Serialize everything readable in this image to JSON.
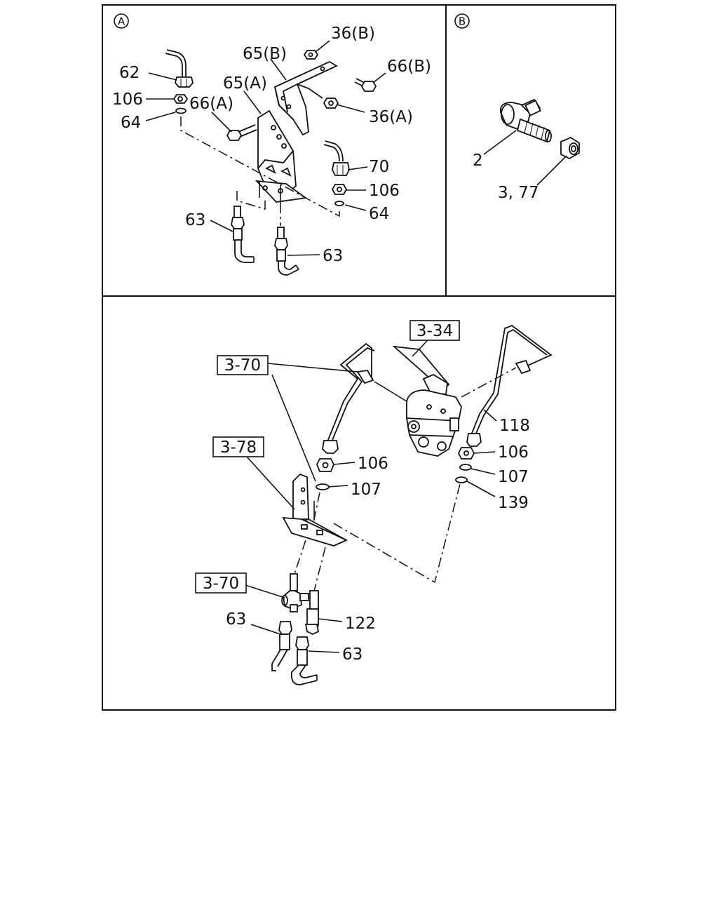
{
  "panel_a": {
    "marker": "A",
    "labels": {
      "p62": "62",
      "p106": "106",
      "p64": "64",
      "p66a": "66(A)",
      "p65a": "65(A)",
      "p65b": "65(B)",
      "p36b": "36(B)",
      "p66b": "66(B)",
      "p36a": "36(A)",
      "p70": "70",
      "p106b": "106",
      "p64b": "64",
      "p63a": "63",
      "p63b": "63"
    }
  },
  "panel_b": {
    "marker": "B",
    "labels": {
      "p2": "2",
      "p377": "3, 77"
    }
  },
  "panel_main": {
    "boxes": {
      "b334": "3-34",
      "b370a": "3-70",
      "b378": "3-78",
      "b370b": "3-70"
    },
    "labels": {
      "p118": "118",
      "p106r": "106",
      "p107r": "107",
      "p139": "139",
      "p106l": "106",
      "p107l": "107",
      "p122": "122",
      "p63l": "63",
      "p63r": "63"
    }
  }
}
